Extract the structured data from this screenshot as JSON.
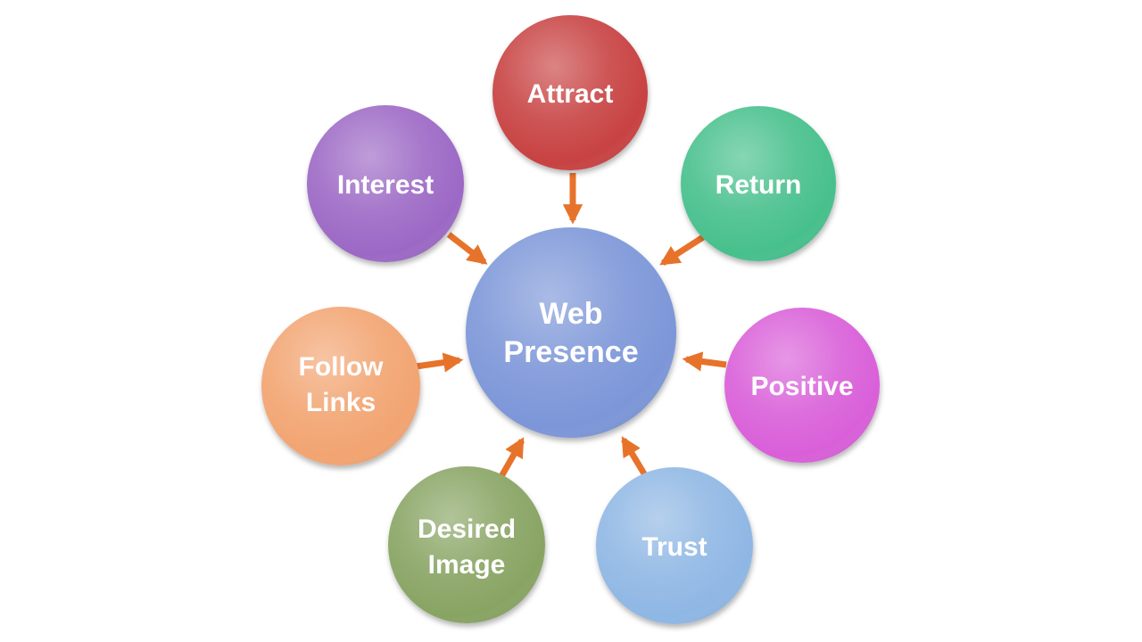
{
  "diagram": {
    "background_color": "#ffffff",
    "text_color": "#ffffff",
    "arrow_color": "#e7732b",
    "center": {
      "id": "web-presence",
      "lines": [
        "Web",
        "Presence"
      ],
      "color": "#7b96d8"
    },
    "nodes": [
      {
        "id": "attract",
        "lines": [
          "Attract"
        ],
        "color": "#c84343"
      },
      {
        "id": "return",
        "lines": [
          "Return"
        ],
        "color": "#46c08c"
      },
      {
        "id": "positive",
        "lines": [
          "Positive"
        ],
        "color": "#d95fd9"
      },
      {
        "id": "trust",
        "lines": [
          "Trust"
        ],
        "color": "#8fb7e4"
      },
      {
        "id": "desired-image",
        "lines": [
          "Desired",
          "Image"
        ],
        "color": "#88a464"
      },
      {
        "id": "follow-links",
        "lines": [
          "Follow",
          "Links"
        ],
        "color": "#f2a471"
      },
      {
        "id": "interest",
        "lines": [
          "Interest"
        ],
        "color": "#9c68c5"
      }
    ]
  }
}
